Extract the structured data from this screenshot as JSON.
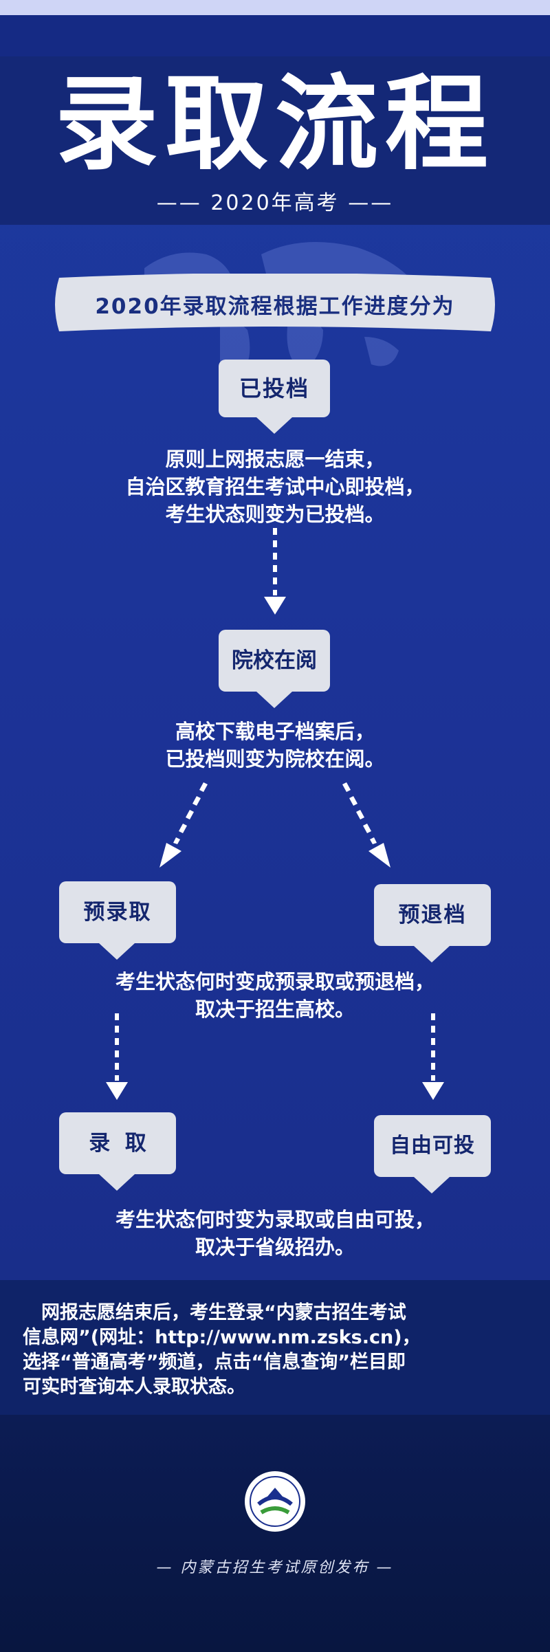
{
  "header": {
    "title": "录取流程",
    "subtitle": "—— 2020年高考 ——"
  },
  "banner": {
    "text": "2020年录取流程根据工作进度分为"
  },
  "steps": {
    "s1": {
      "label": "已投档",
      "desc": [
        "原则上网报志愿一结束，",
        "自治区教育招生考试中心即投档，",
        "考生状态则变为已投档。"
      ]
    },
    "s2": {
      "label": "院校在阅",
      "desc": [
        "高校下载电子档案后，",
        "已投档则变为院校在阅。"
      ]
    },
    "s3": {
      "left_label": "预录取",
      "right_label": "预退档",
      "desc": [
        "考生状态何时变成预录取或预退档，",
        "取决于招生高校。"
      ]
    },
    "s4": {
      "left_label": "录  取",
      "right_label": "自由可投",
      "desc": [
        "考生状态何时变为录取或自由可投，",
        "取决于省级招办。"
      ]
    }
  },
  "info": {
    "lines": [
      "　网报志愿结束后，考生登录“内蒙古招生考试",
      "信息网”(网址：http://www.nm.zsks.cn)，",
      "选择“普通高考”频道，点击“信息查询”栏目即",
      "可实时查询本人录取状态。"
    ]
  },
  "footer": {
    "text": "— 内蒙古招生考试原创发布 —",
    "logo_icon": "exam-authority-logo-icon"
  },
  "colors": {
    "bg_blue": "#1c3397",
    "header_navy": "#142877",
    "bubble_gray": "#dfe2ea",
    "bubble_text": "#14266e",
    "footer_navy": "#0a1a4a"
  }
}
